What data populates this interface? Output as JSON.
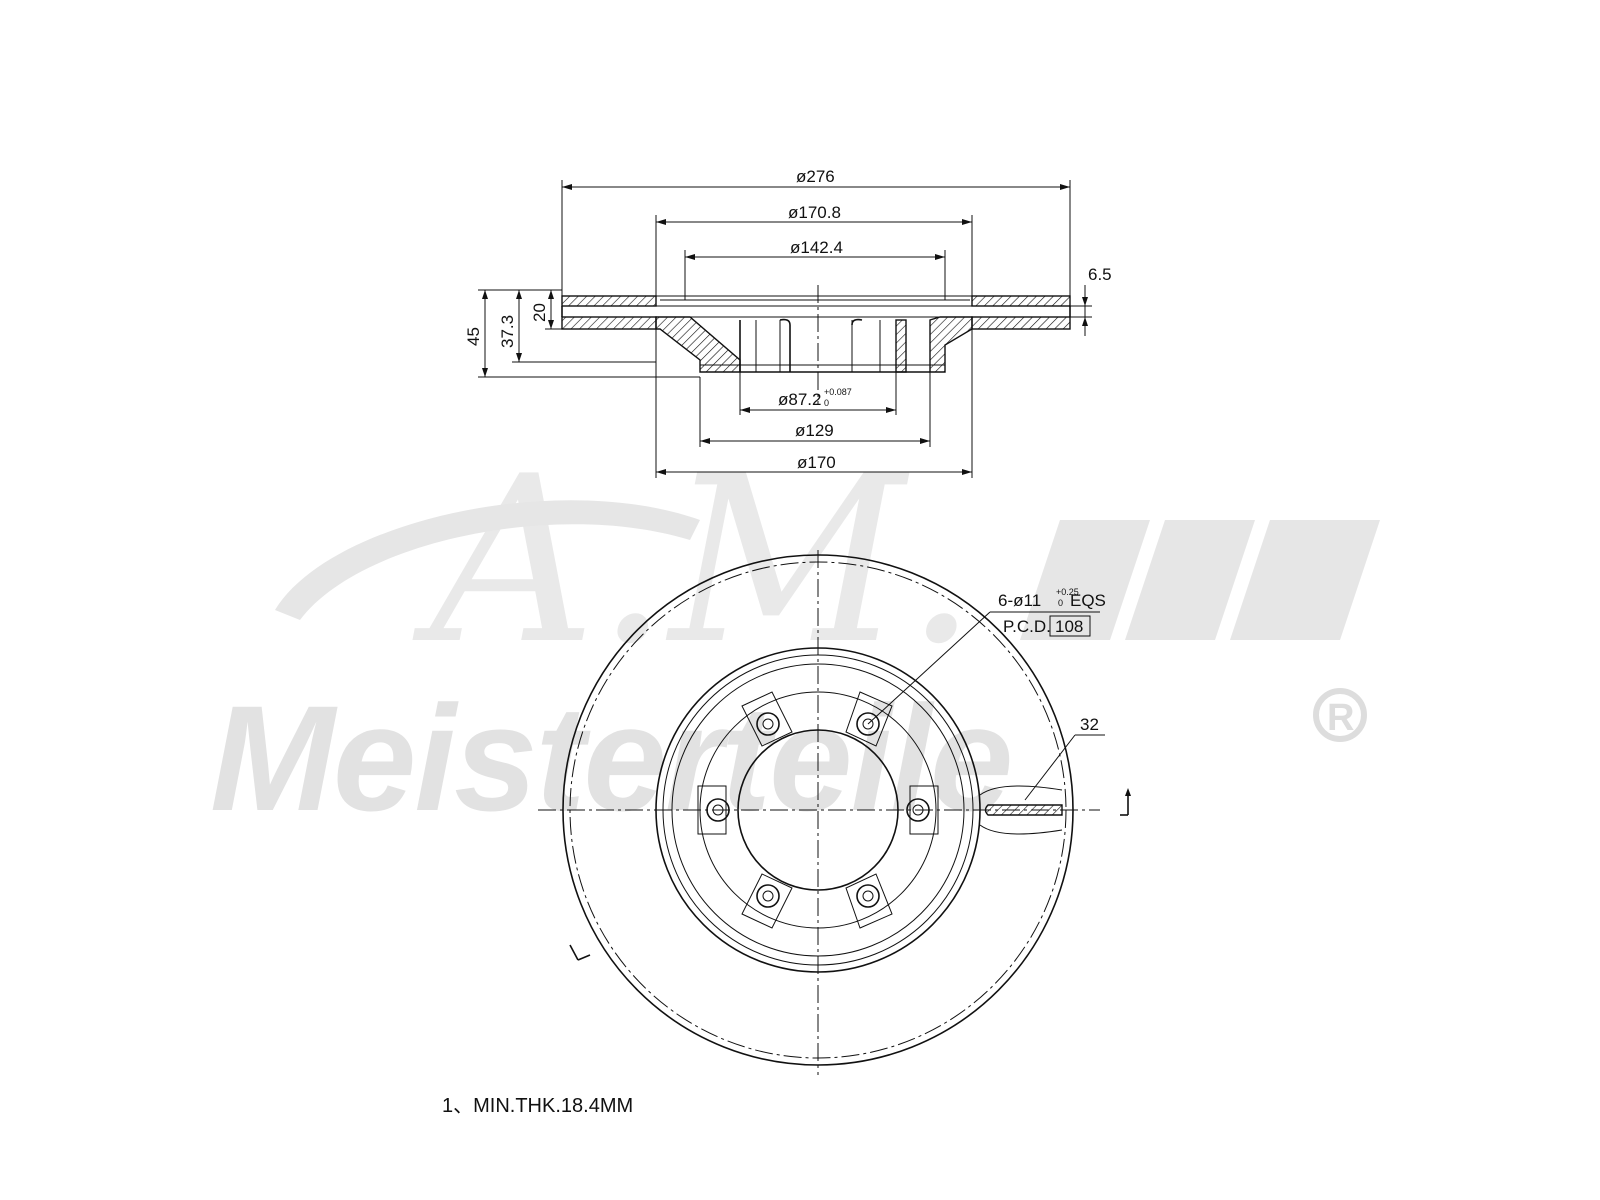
{
  "watermark": {
    "script_text": "A.M.",
    "brand_text": "Meisterteile",
    "registered_mark": "R"
  },
  "dimensions": {
    "outer_diameter": "ø276",
    "friction_outer": "ø170.8",
    "hub_ring": "ø142.4",
    "bore_base": "ø87.2",
    "bore_tol_upper": "+0.087",
    "bore_tol_lower": "0",
    "hub_diameter": "ø129",
    "hat_diameter": "ø170",
    "total_height": "45",
    "height_37": "37.3",
    "thickness_20": "20",
    "vent_6_5": "6.5",
    "bolt_holes_prefix": "6-ø11",
    "bolt_tol_upper": "+0.25",
    "bolt_tol_lower": "0",
    "bolt_holes_suffix": "EQS",
    "pcd_label": "P.C.D.",
    "pcd_value": "108",
    "slot_width": "32"
  },
  "note": "1、MIN.THK.18.4MM"
}
